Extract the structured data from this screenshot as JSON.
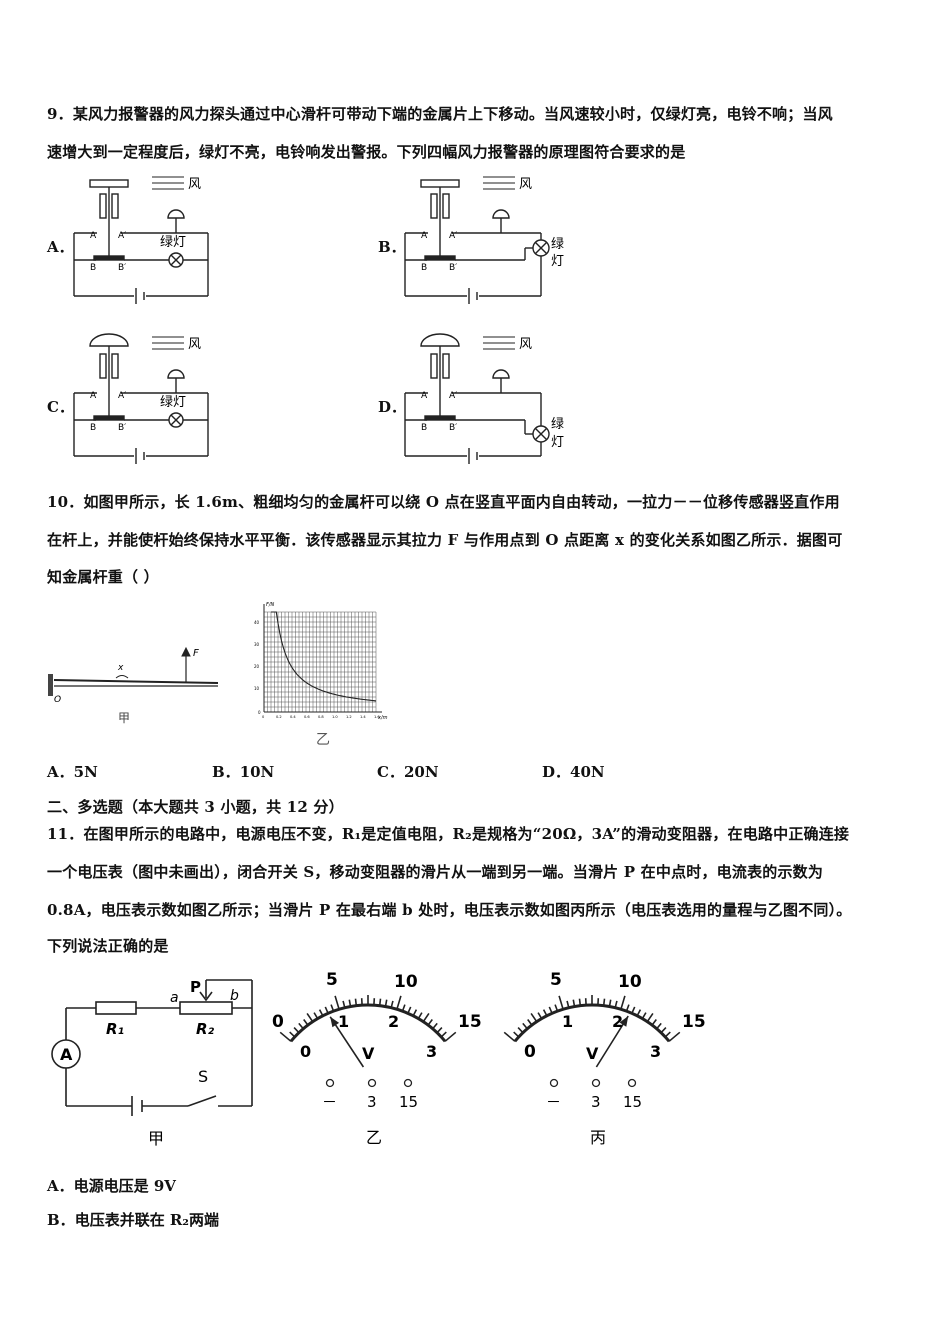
{
  "q9": {
    "line1": "9．某风力报警器的风力探头通过中心滑杆可带动下端的金属片上下移动。当风速较小时，仅绿灯亮，电铃不响；当风",
    "line2": "速增大到一定程度后，绿灯不亮，电铃响发出警报。下列四幅风力报警器的原理图符合要求的是",
    "options": [
      {
        "letter": "A．"
      },
      {
        "letter": "B．"
      },
      {
        "letter": "C．"
      },
      {
        "letter": "D．"
      }
    ],
    "diagram_labels": {
      "wind": "风",
      "lamp": "绿灯",
      "lamp_v1": "绿",
      "lamp_v2": "灯",
      "a": "A",
      "a2": "A′",
      "b": "B",
      "b2": "B′"
    }
  },
  "q10": {
    "line1": "10．如图甲所示，长 1.6m、粗细均匀的金属杆可以绕 O 点在竖直平面内自由转动，一拉力－－位移传感器竖直作用",
    "line2": "在杆上，并能使杆始终保持水平平衡．该传感器显示其拉力 F 与作用点到 O 点距离 x 的变化关系如图乙所示．据图可",
    "line3": "知金属杆重（ ）",
    "fig_jia_labels": {
      "x": "x",
      "f": "F",
      "o": "O",
      "caption": "甲"
    },
    "fig_yi": {
      "caption": "乙",
      "y_axis_label": "F/N",
      "x_axis_label": "x/m",
      "y_ticks": [
        "40",
        "30",
        "20",
        "10",
        "0"
      ],
      "x_ticks": [
        "0",
        "0.2",
        "0.4",
        "0.6",
        "0.8",
        "1.0",
        "1.2",
        "1.4",
        "1.6"
      ]
    },
    "options": [
      {
        "letter": "A．",
        "text": "5N"
      },
      {
        "letter": "B．",
        "text": "10N"
      },
      {
        "letter": "C．",
        "text": "20N"
      },
      {
        "letter": "D．",
        "text": "40N"
      }
    ]
  },
  "section2": "二、多选题（本大题共 3 小题，共 12 分）",
  "q11": {
    "line1": "11．在图甲所示的电路中，电源电压不变，R₁是定值电阻，R₂是规格为“20Ω，3A”的滑动变阻器，在电路中正确连接",
    "line2": "一个电压表（图中未画出），闭合开关 S，移动变阻器的滑片从一端到另一端。当滑片 P 在中点时，电流表的示数为",
    "line3": "0.8A，电压表示数如图乙所示；当滑片 P 在最右端 b 处时，电压表示数如图丙所示（电压表选用的量程与乙图不同）。",
    "line4": "下列说法正确的是",
    "circuit": {
      "p": "P",
      "a": "a",
      "b": "b",
      "r1": "R₁",
      "r2": "R₂",
      "s": "S",
      "ammeter": "A",
      "caption": "甲"
    },
    "meter_yi": {
      "caption": "乙",
      "top_labels": [
        "0",
        "5",
        "10",
        "15"
      ],
      "bottom_labels": [
        "0",
        "1",
        "2",
        "3"
      ],
      "unit": "V",
      "terminals": [
        "－",
        "3",
        "15"
      ],
      "needle_fraction": 0.27
    },
    "meter_bing": {
      "caption": "丙",
      "top_labels": [
        "0",
        "5",
        "10",
        "15"
      ],
      "bottom_labels": [
        "0",
        "1",
        "2",
        "3"
      ],
      "unit": "V",
      "terminals": [
        "－",
        "3",
        "15"
      ],
      "needle_fraction": 0.72
    },
    "options": [
      {
        "letter": "A．",
        "text": "电源电压是 9V"
      },
      {
        "letter": "B．",
        "text": "电压表并联在 R₂两端"
      }
    ]
  }
}
